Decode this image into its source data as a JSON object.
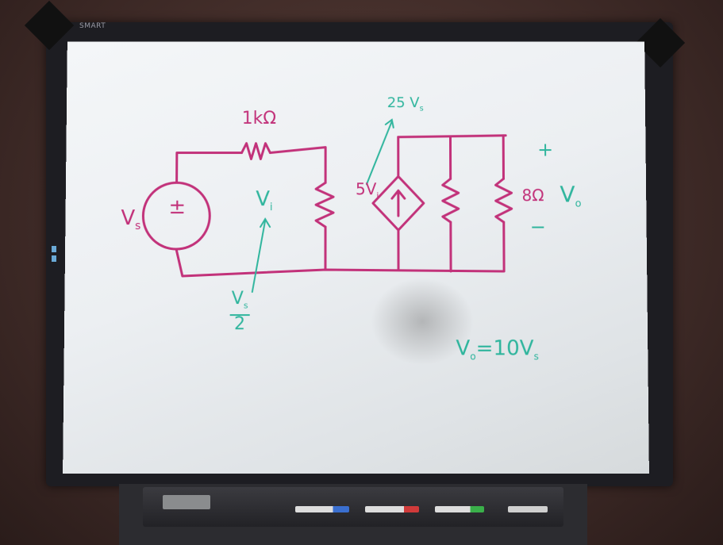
{
  "scene": {
    "board_brand": "SMART",
    "colors": {
      "wall": "#3a2a27",
      "frame": "#1d1d22",
      "board": "#eef1f3",
      "pink_ink": "#c2327a",
      "teal_ink": "#2fb59d"
    }
  },
  "circuit": {
    "source_label": "V",
    "source_sub": "s",
    "source_sign": "±",
    "resistor_top": "1kΩ",
    "node_voltage_main": "V",
    "node_voltage_sub": "i",
    "fraction_num": "V",
    "fraction_num_sub": "s",
    "fraction_den": "2",
    "dependent_source": "5V",
    "dependent_source_sub": "i",
    "annotation_top": "25 V",
    "annotation_top_sub": "s",
    "load_resistor": "8Ω",
    "output_label": "V",
    "output_sub": "o",
    "plus": "+",
    "minus": "−",
    "result_equation": "V",
    "result_equation_sub": "o",
    "result_equation_tail": "=10V",
    "result_equation_tail_sub": "s"
  }
}
